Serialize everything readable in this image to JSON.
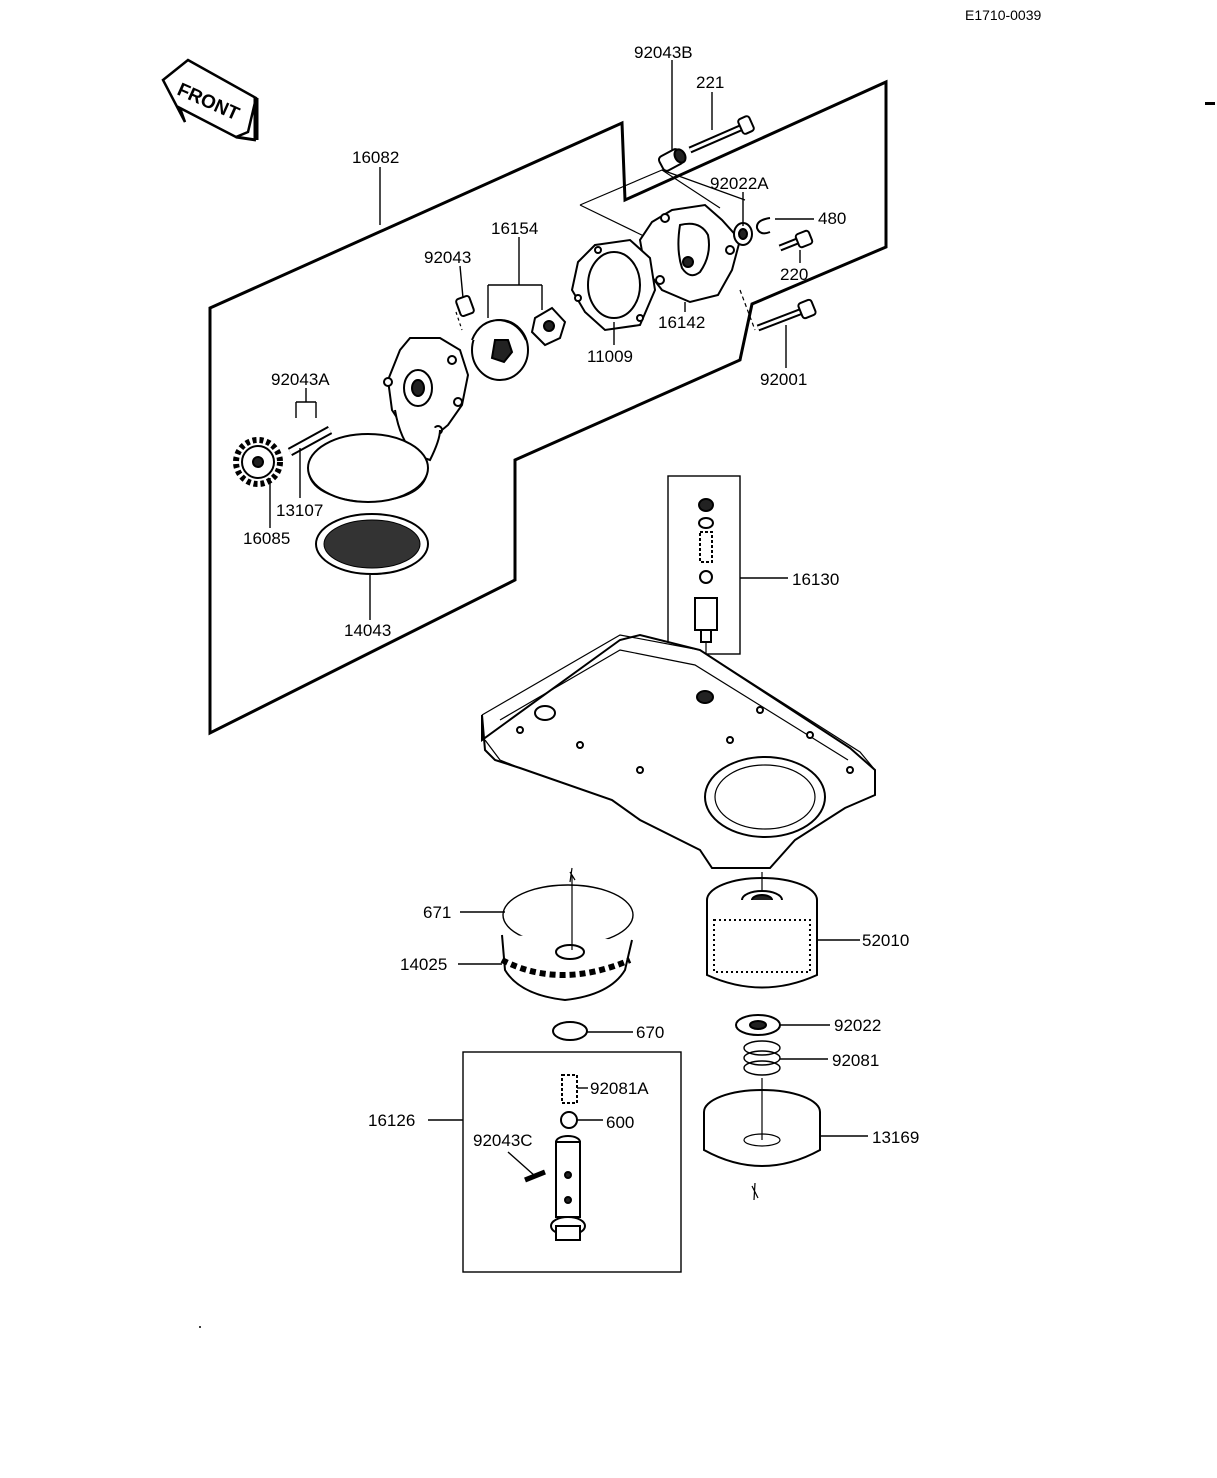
{
  "diagram": {
    "ref_code": "E1710-0039",
    "front_label": "FRONT",
    "labels": {
      "p92043B": "92043B",
      "p221": "221",
      "p16082": "16082",
      "p92022A": "92022A",
      "p480": "480",
      "p16154": "16154",
      "p92043": "92043",
      "p220": "220",
      "p16142": "16142",
      "p11009": "11009",
      "p92001": "92001",
      "p92043A": "92043A",
      "p13107": "13107",
      "p16085": "16085",
      "p14043": "14043",
      "p16130": "16130",
      "p671": "671",
      "p14025": "14025",
      "p52010": "52010",
      "p670": "670",
      "p92022": "92022",
      "p92081": "92081",
      "p16126": "16126",
      "p92081A": "92081A",
      "p600": "600",
      "p92043C": "92043C",
      "p13169": "13169"
    }
  }
}
